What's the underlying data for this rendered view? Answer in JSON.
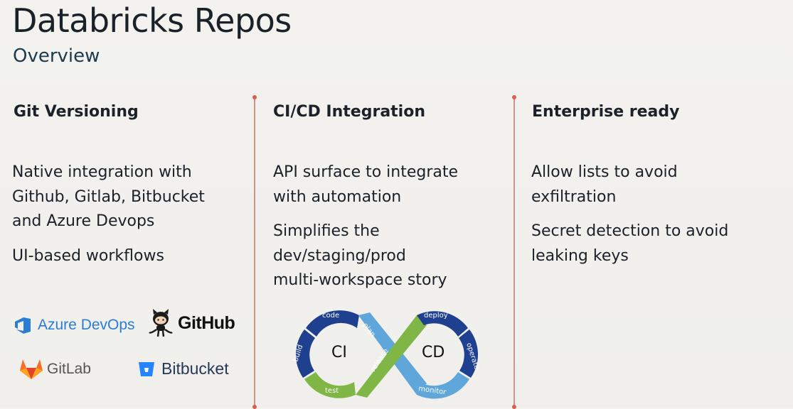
{
  "header": {
    "title": "Databricks Repos",
    "subtitle": "Overview"
  },
  "columns": [
    {
      "heading": "Git Versioning",
      "paragraphs": [
        [
          "Native integration with",
          "Github, Gitlab, Bitbucket",
          "and Azure Devops"
        ],
        [
          "UI-based workflows"
        ]
      ]
    },
    {
      "heading": "CI/CD Integration",
      "paragraphs": [
        [
          "API surface to integrate",
          "with automation"
        ],
        [
          "Simplifies the",
          "dev/staging/prod",
          "multi-workspace story"
        ]
      ]
    },
    {
      "heading": "Enterprise ready",
      "paragraphs": [
        [
          "Allow lists to avoid",
          "exfiltration"
        ],
        [
          "Secret detection to avoid",
          "leaking keys"
        ]
      ]
    }
  ],
  "logos": {
    "azure": "Azure DevOps",
    "github": "GitHub",
    "gitlab": "GitLab",
    "bitbucket": "Bitbucket"
  },
  "diagram": {
    "ci_label": "CI",
    "cd_label": "CD",
    "steps": {
      "code": "code",
      "build": "build",
      "test": "test",
      "plan": "plan",
      "release": "release",
      "deploy": "deploy",
      "operate": "operate",
      "monitor": "monitor"
    }
  },
  "colors": {
    "divider": "#d7918a",
    "azure_blue": "#2b7cd3",
    "gitlab_orange": "#e24329",
    "bitbucket_blue": "#2684ff",
    "ci_dark_blue": "#1f3f8f",
    "light_blue": "#5fa7da",
    "green": "#7fb645"
  }
}
